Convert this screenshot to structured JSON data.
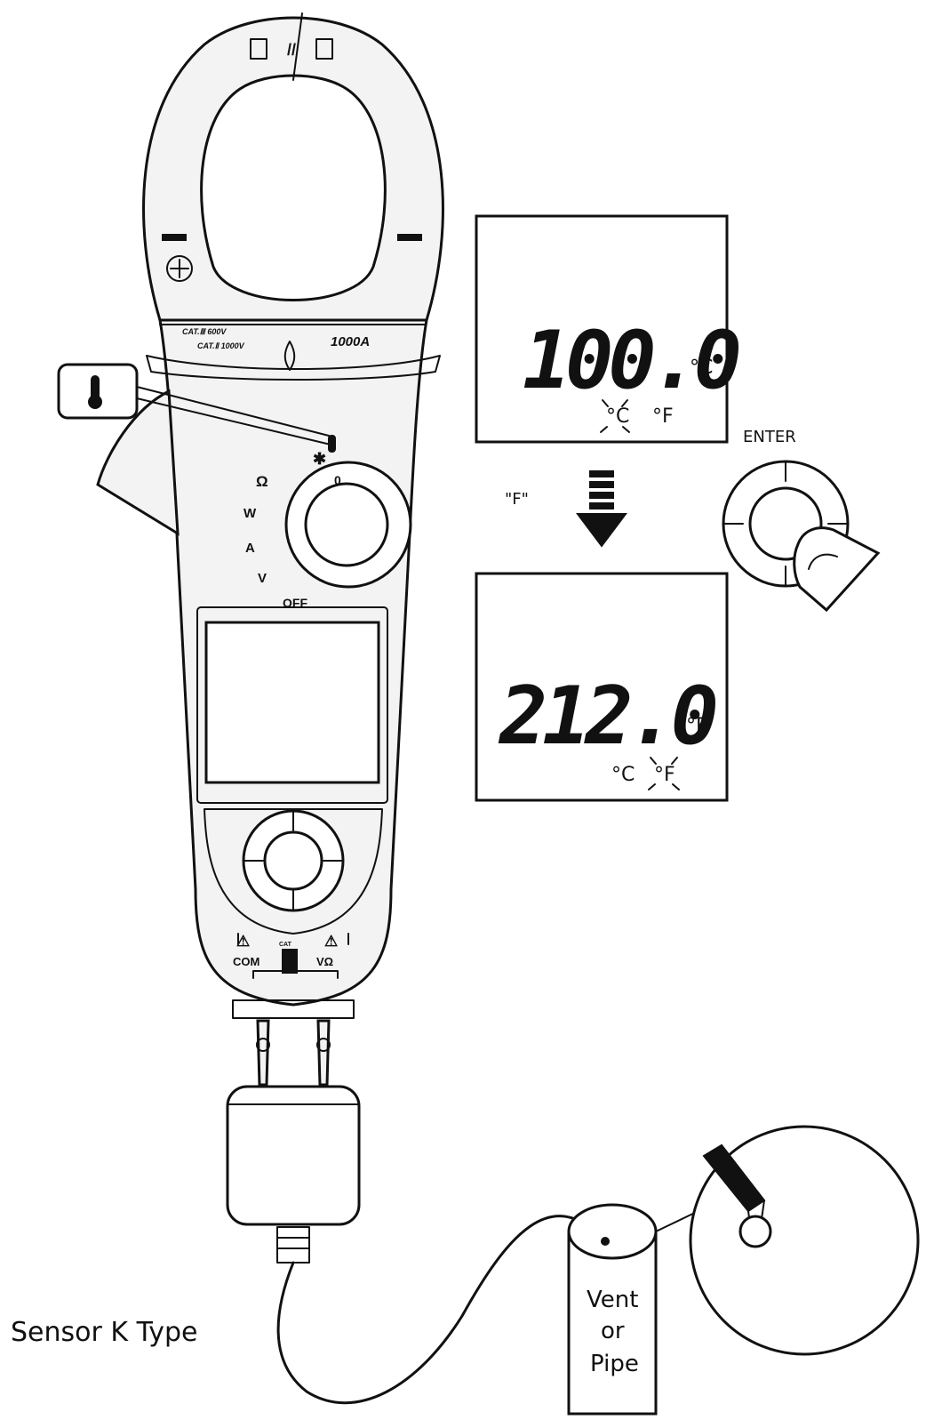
{
  "meter": {
    "jaw_rating_1": "CAT.Ⅲ 600V",
    "jaw_rating_2": "CAT.Ⅱ 1000V",
    "jaw_current": "1000A",
    "dial_labels": {
      "ohm": "Ω",
      "w": "W",
      "a": "A",
      "v": "V",
      "off": "OFF"
    },
    "terminal_com": "COM",
    "terminal_vohm": "VΩ",
    "terminal_cat": "CAT"
  },
  "lcd_top": {
    "value": "100.0",
    "unit": "°C",
    "indicator_c": "°C",
    "indicator_f": "°F"
  },
  "lcd_bottom": {
    "value": "212.0",
    "unit": "°F",
    "indicator_c": "°C",
    "indicator_f": "°F"
  },
  "enter_label": "ENTER",
  "f_label": "\"F\"",
  "sensor_label": "Sensor K Type",
  "vent_label": [
    "Vent",
    "or",
    "Pipe"
  ]
}
